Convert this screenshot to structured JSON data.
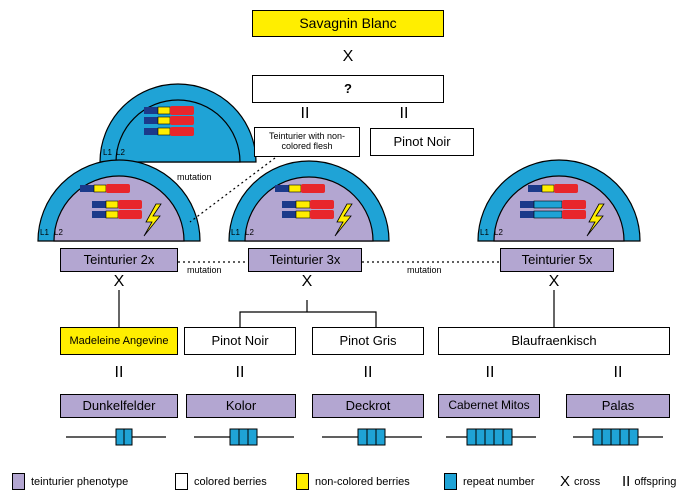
{
  "top_parent": "Savagnin Blanc",
  "unknown_parent": "?",
  "cross_symbol": "X",
  "offspring_symbol": "II",
  "teinturier_original": "Teinturier with non-colored flesh",
  "pinot_noir_parent": "Pinot Noir",
  "mutation_label": "mutation",
  "layer_labels": {
    "l1": "L1",
    "l2": "L2"
  },
  "teinturier_2x": "Teinturier 2x",
  "teinturier_3x": "Teinturier 3x",
  "teinturier_5x": "Teinturier 5x",
  "madeleine": "Madeleine Angevine",
  "pinot_noir": "Pinot Noir",
  "pinot_gris": "Pinot Gris",
  "blaufraenkisch": "Blaufraenkisch",
  "offspring": [
    "Dunkelfelder",
    "Kolor",
    "Deckrot",
    "Cabernet Mitos",
    "Palas"
  ],
  "repeat_counts": [
    2,
    3,
    3,
    5,
    5
  ],
  "legend": {
    "teinturier": "teinturier phenotype",
    "colored": "colored berries",
    "non_colored": "non-colored berries",
    "repeat": "repeat number",
    "cross": "cross",
    "offspring": "offspring"
  },
  "colors": {
    "purple": "#b3a6d1",
    "yellow": "#ffee00",
    "blue": "#1fa3d6",
    "red": "#e8262b",
    "dark_blue": "#1b3a8a"
  }
}
